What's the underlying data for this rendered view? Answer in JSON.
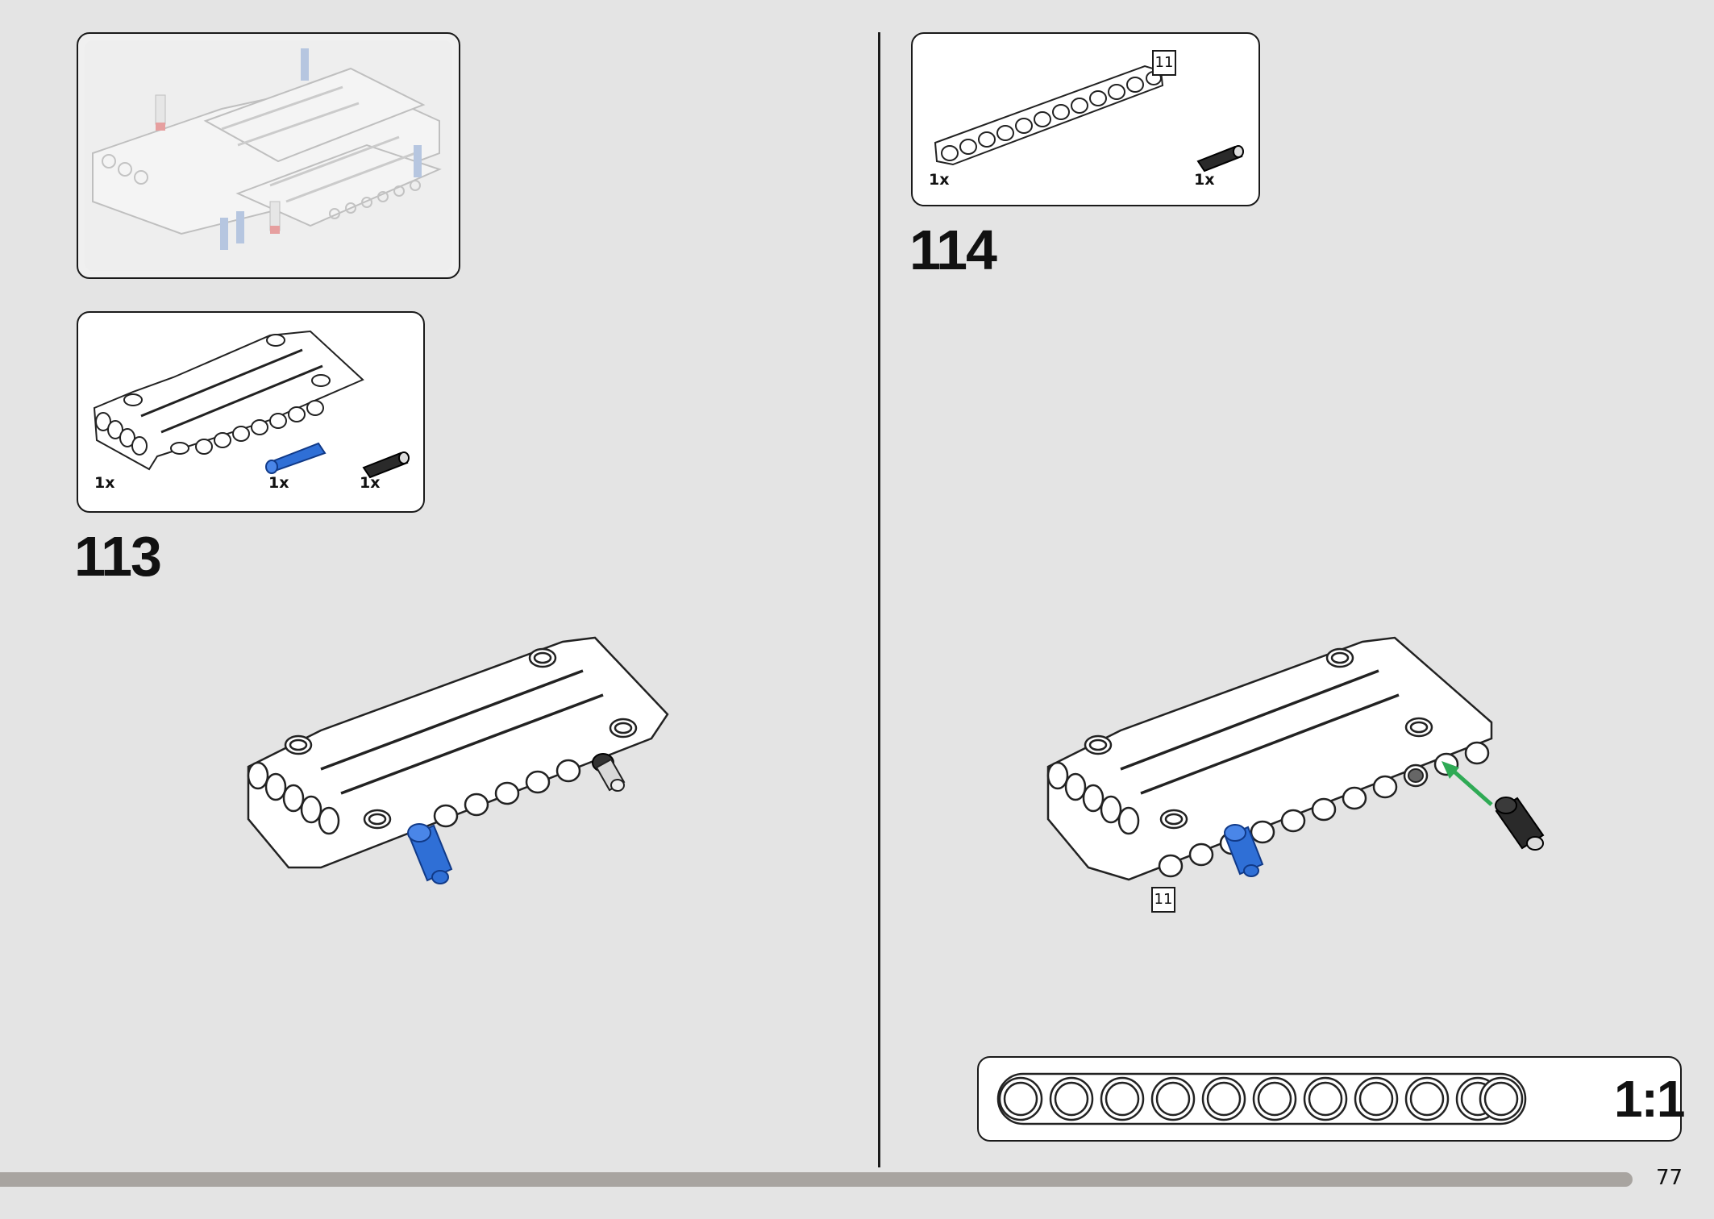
{
  "page": {
    "number": "77"
  },
  "context_preview": {
    "label": ""
  },
  "step113": {
    "number": "113",
    "parts": [
      {
        "qty": "1x",
        "part": "panel-icon"
      },
      {
        "qty": "1x",
        "part": "blue-axle-pin-icon"
      },
      {
        "qty": "1x",
        "part": "black-pin-icon"
      }
    ]
  },
  "step114": {
    "number": "114",
    "parts": [
      {
        "qty": "1x",
        "part": "beam-11-icon"
      },
      {
        "qty": "1x",
        "part": "black-pin-icon"
      }
    ],
    "beam_length_tag": "11",
    "assembly_length_tag": "11"
  },
  "scale_reference": {
    "label": "1:1",
    "holes": 11
  },
  "colors": {
    "background": "#e4e4e4",
    "blue_pin": "#2f6fd6",
    "black_pin": "#2a2a2a",
    "arrow": "#2faa55",
    "footer_bar": "#a8a4a0"
  }
}
